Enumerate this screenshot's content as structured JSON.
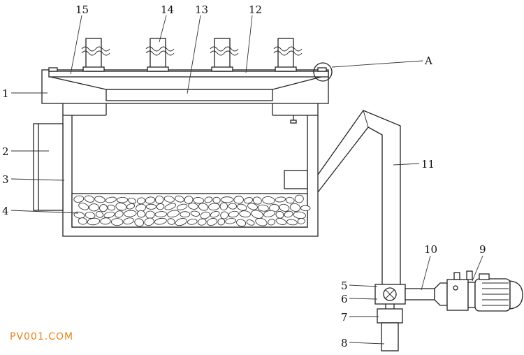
{
  "diagram": {
    "labels": [
      {
        "id": "1",
        "text": "1"
      },
      {
        "id": "2",
        "text": "2"
      },
      {
        "id": "3",
        "text": "3"
      },
      {
        "id": "4",
        "text": "4"
      },
      {
        "id": "5",
        "text": "5"
      },
      {
        "id": "6",
        "text": "6"
      },
      {
        "id": "7",
        "text": "7"
      },
      {
        "id": "8",
        "text": "8"
      },
      {
        "id": "9",
        "text": "9"
      },
      {
        "id": "10",
        "text": "10"
      },
      {
        "id": "11",
        "text": "11"
      },
      {
        "id": "12",
        "text": "12"
      },
      {
        "id": "13",
        "text": "13"
      },
      {
        "id": "14",
        "text": "14"
      },
      {
        "id": "15",
        "text": "15"
      },
      {
        "id": "A",
        "text": "A"
      }
    ]
  },
  "watermark": "PV001.COM"
}
